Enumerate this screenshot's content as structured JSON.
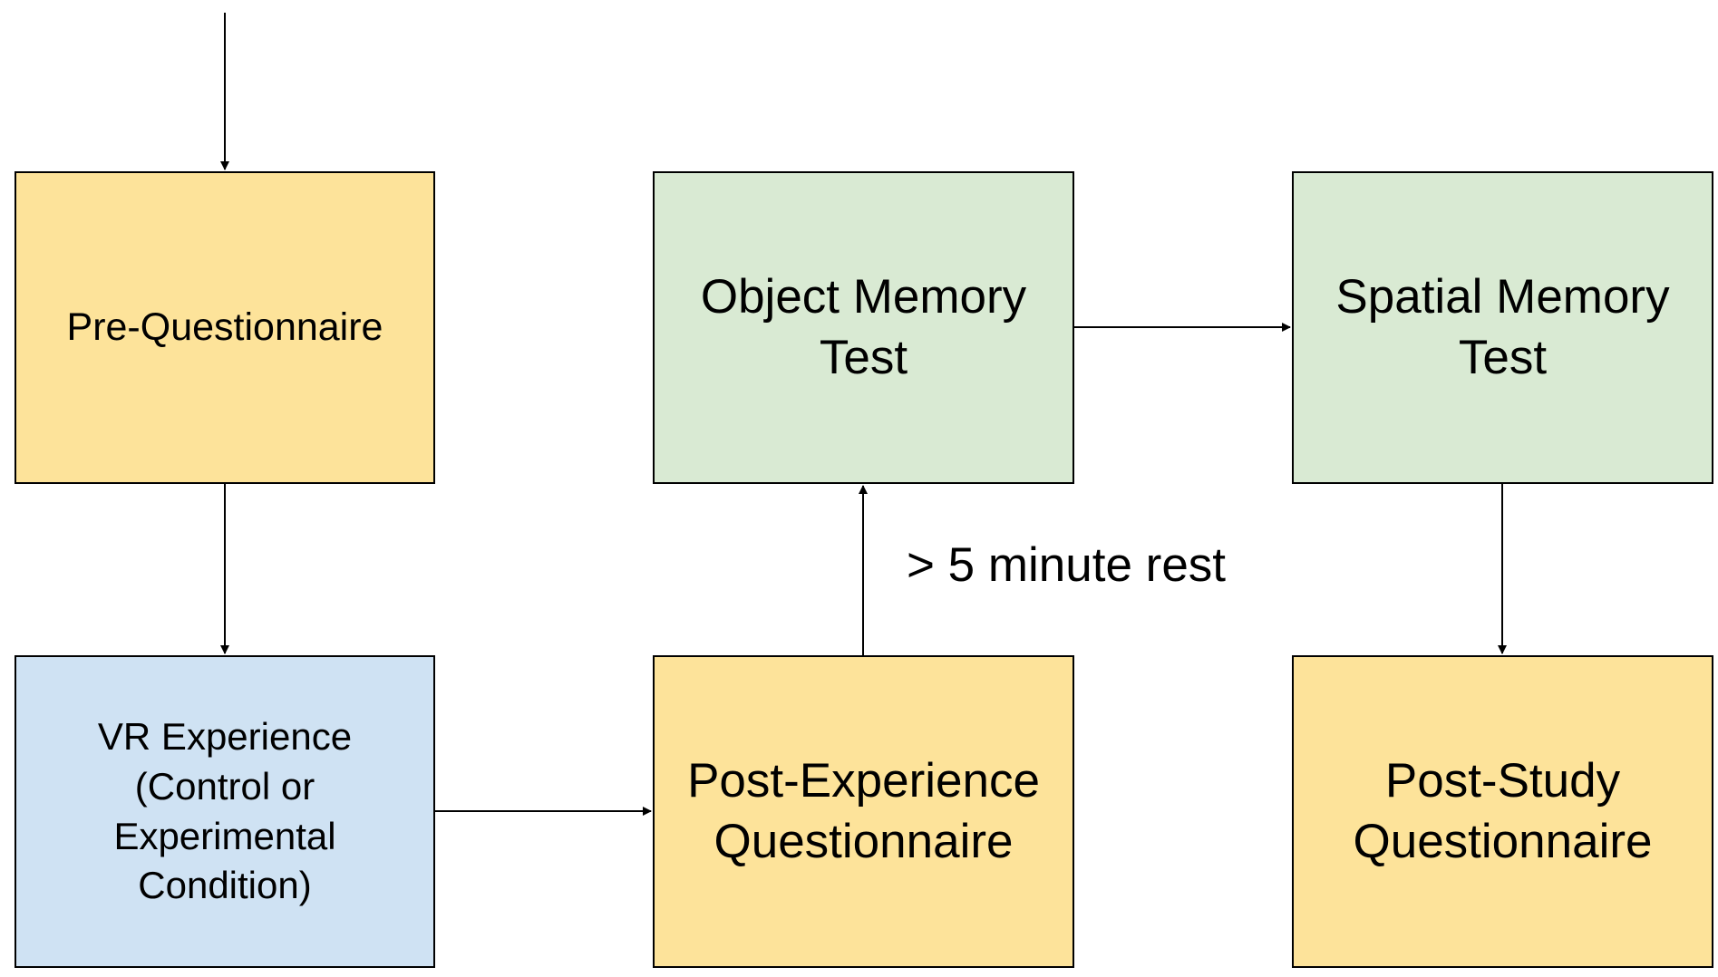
{
  "colors": {
    "yellow": "#fde39a",
    "green": "#d9ead3",
    "blue": "#cfe2f3",
    "stroke": "#000000"
  },
  "boxes": {
    "pre_questionnaire": {
      "label": "Pre-Questionnaire",
      "color": "#fde39a"
    },
    "vr_experience": {
      "label": "VR Experience\n(Control or\nExperimental\nCondition)",
      "color": "#cfe2f3"
    },
    "post_experience": {
      "label": "Post-Experience\nQuestionnaire",
      "color": "#fde39a"
    },
    "object_memory": {
      "label": "Object Memory\nTest",
      "color": "#d9ead3"
    },
    "spatial_memory": {
      "label": "Spatial Memory\nTest",
      "color": "#d9ead3"
    },
    "post_study": {
      "label": "Post-Study\nQuestionnaire",
      "color": "#fde39a"
    }
  },
  "edges": [
    {
      "from": "start",
      "to": "pre_questionnaire",
      "label": ""
    },
    {
      "from": "pre_questionnaire",
      "to": "vr_experience",
      "label": ""
    },
    {
      "from": "vr_experience",
      "to": "post_experience",
      "label": ""
    },
    {
      "from": "post_experience",
      "to": "object_memory",
      "label": "> 5 minute rest"
    },
    {
      "from": "object_memory",
      "to": "spatial_memory",
      "label": ""
    },
    {
      "from": "spatial_memory",
      "to": "post_study",
      "label": ""
    }
  ]
}
